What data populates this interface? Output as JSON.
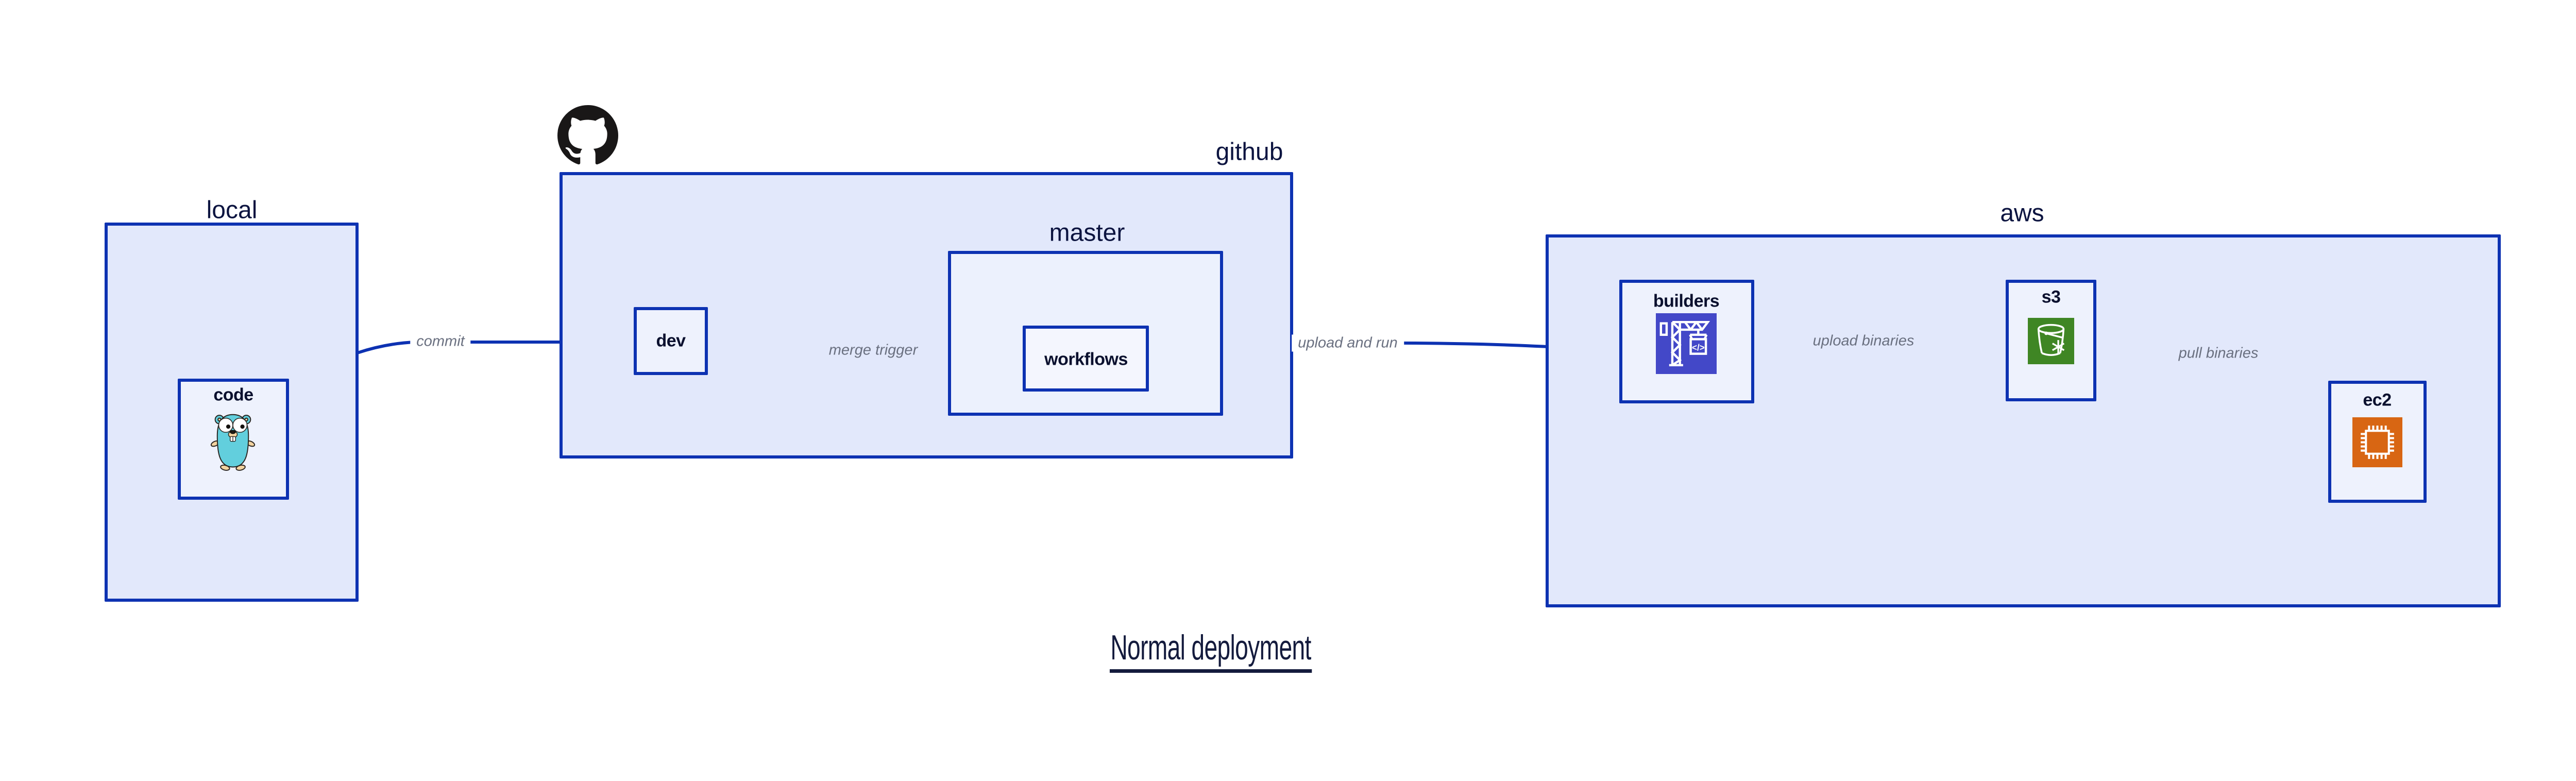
{
  "diagram": {
    "title": "Normal deployment",
    "containers": {
      "local": {
        "label": "local"
      },
      "github": {
        "label": "github",
        "logo": "github-octocat-icon"
      },
      "master": {
        "label": "master"
      },
      "aws": {
        "label": "aws"
      }
    },
    "nodes": {
      "code": {
        "label": "code",
        "icon": "go-gopher-icon"
      },
      "dev": {
        "label": "dev"
      },
      "workflows": {
        "label": "workflows"
      },
      "builders": {
        "label": "builders",
        "icon": "aws-codebuild-crane-icon"
      },
      "s3": {
        "label": "s3",
        "icon": "aws-s3-glacier-bucket-icon"
      },
      "ec2": {
        "label": "ec2",
        "icon": "aws-ec2-chip-icon"
      }
    },
    "edges": [
      {
        "from": "code",
        "to": "dev",
        "label": "commit"
      },
      {
        "from": "dev",
        "to": "workflows",
        "label": "merge trigger"
      },
      {
        "from": "workflows",
        "to": "builders",
        "label": "upload and run"
      },
      {
        "from": "builders",
        "to": "s3",
        "label": "upload binaries"
      },
      {
        "from": "s3",
        "to": "ec2",
        "label": "pull binaries"
      }
    ],
    "colors": {
      "edge_and_border_blue": "#0d32b2",
      "container_fill": "#e2e8fb",
      "node_fill": "#eef2fd",
      "workflows_fill": "#f4f6fe",
      "container_label_navy": "#0c1440",
      "node_label_navy": "#0a102e",
      "edge_label_gray": "#6a7080",
      "title_navy": "#141b3d",
      "github_black": "#191717",
      "codebuild_purple": "#4348c8",
      "glacier_green": "#3f8624",
      "ec2_orange": "#d86613",
      "gopher_teal": "#62cfdd"
    }
  }
}
